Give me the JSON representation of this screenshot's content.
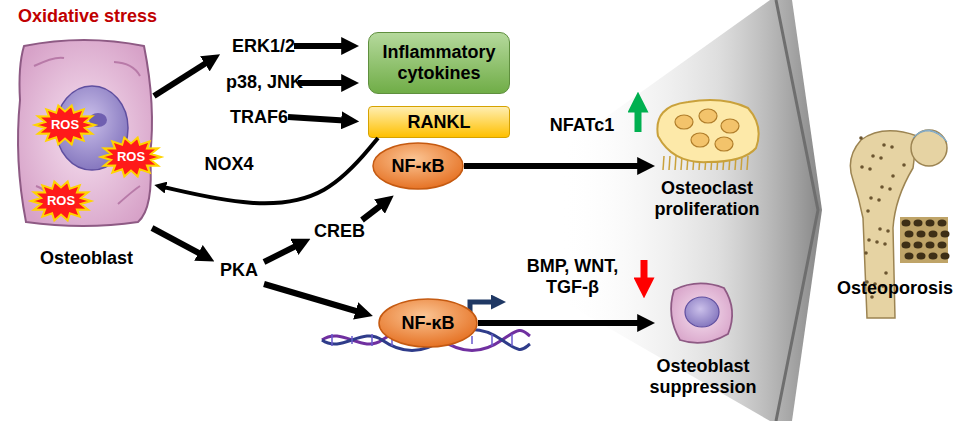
{
  "diagram": {
    "nodes": [
      {
        "text": [
          "Osteoblast"
        ]
      },
      {
        "text": [
          "ROS"
        ],
        "in": 0
      },
      {
        "text": [
          "ROS"
        ],
        "in": 0
      },
      {
        "text": [
          "ROS"
        ],
        "in": 0
      },
      {
        "text": [
          "Inflammatory cytokines"
        ]
      },
      {
        "text": [
          "RANKL"
        ]
      },
      {
        "text": [
          "NF-κB"
        ]
      },
      {
        "text": [
          "Osteoclast proliferation"
        ]
      },
      {
        "text": [
          "NF-κB"
        ]
      },
      {
        "text": [
          "Osteoblast suppression"
        ]
      },
      {
        "text": [
          "Osteoporosis"
        ]
      }
    ],
    "edges": [
      {
        "from": 5,
        "to": 0,
        "arrow": "to",
        "label": "NOX4"
      },
      {
        "from": 6,
        "to": 7,
        "arrow": "to",
        "label": "NFATc1"
      },
      {
        "from": 8,
        "to": 9,
        "arrow": "to",
        "label": "BMP, WNT, TGF-β"
      }
    ],
    "labels": [
      "Oxidative stress",
      "ERK1/2",
      "p38, JNK",
      "TRAF6",
      "PKA",
      "CREB"
    ]
  }
}
